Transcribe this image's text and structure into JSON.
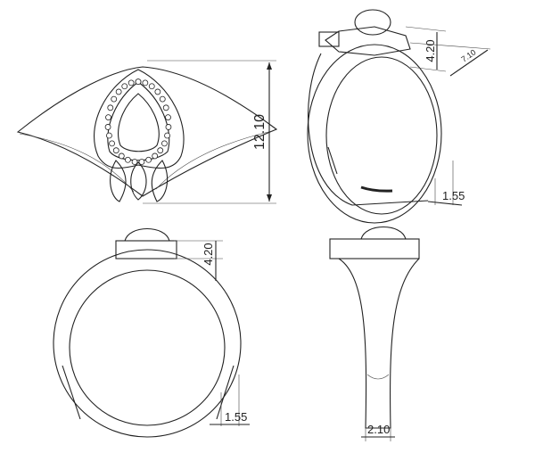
{
  "title": "Ring technical drawing",
  "views": {
    "front": {
      "height_dim": "12.10"
    },
    "perspective": {
      "head_height_dim": "4.20",
      "head_width_dim": "7.10",
      "shank_dim": "1.55"
    },
    "side": {
      "head_height_dim": "4.20",
      "shank_dim": "1.55"
    },
    "profile": {
      "shank_width_dim": "2.10"
    }
  }
}
